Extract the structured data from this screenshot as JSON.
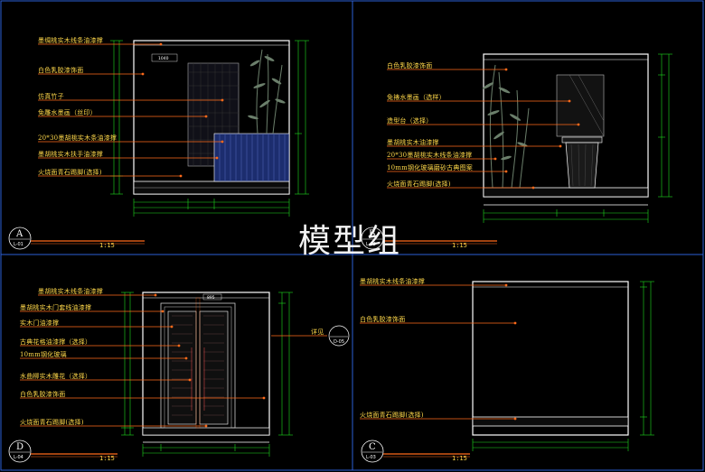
{
  "watermark": "模型组",
  "colors": {
    "background": "#000000",
    "frame": "#2d5fd6",
    "wall": "#ffffff",
    "dimension": "#1fdc1f",
    "leader": "#ff6a1a",
    "label_text": "#ffd84a",
    "bamboo": "#6b7f6b",
    "fill_blue": "#1c2d6e",
    "hatch": "#c44"
  },
  "panel_A": {
    "tag_letter": "A",
    "tag_sub": "L-01",
    "scale": "1:15",
    "labels": [
      "墨绸桃实木线条油漆撑",
      "白色乳胶漆饰面",
      "仿真竹子",
      "免雕水墨画（丝印）",
      "20*30墨胡桃实木条油漆撑",
      "墨胡桃实木扶手油漆撑",
      "火烧面青石踢脚(选择)"
    ],
    "dim_text": "1040"
  },
  "panel_B": {
    "tag_letter": "B",
    "tag_sub": "L-02",
    "scale": "1:15",
    "labels": [
      "白色乳胶漆饰面",
      "免裱水墨画（选样）",
      "造型台（选择）",
      "墨胡桃实木油漆撑",
      "20*30墨胡桃实木线条油漆撑",
      "10mm钢化玻璃磨砂古典图案",
      "火烧面青石踢脚(选择)"
    ]
  },
  "panel_D": {
    "tag_letter": "D",
    "tag_sub": "L-04",
    "scale": "1:15",
    "labels": [
      "墨胡桃实木线条油漆撑",
      "墨胡桃实木门套线油漆撑",
      "实木门油漆撑",
      "古典花格油漆撑（选择）",
      "10mm钢化玻璃",
      "水曲柳实木雕花（选择）",
      "白色乳胶漆饰面",
      "火烧面青石踢脚(选择)"
    ],
    "detail_label": "详见",
    "detail_ref": "D-05",
    "dim_text": "895"
  },
  "panel_C": {
    "tag_letter": "C",
    "tag_sub": "L-03",
    "scale": "1:15",
    "labels": [
      "墨胡桃实木线条油漆撑",
      "白色乳胶漆饰面",
      "火烧面青石踢脚(选择)"
    ]
  }
}
